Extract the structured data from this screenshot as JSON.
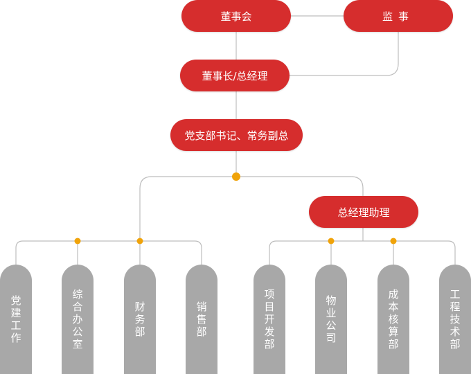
{
  "nodes": {
    "board": "董事会",
    "supervisor": "监事",
    "chairman": "董事长/总经理",
    "party": "党支部书记、常务副总",
    "assistant": "总经理助理"
  },
  "departments": [
    "党建工作",
    "综合办公室",
    "财务部",
    "销售部",
    "项目开发部",
    "物业公司",
    "成本核算部",
    "工程技术部"
  ],
  "colors": {
    "node": "#d62d2d",
    "department": "#a8a8a8",
    "line": "#bdbdbd",
    "junction": "#f0a30a"
  }
}
